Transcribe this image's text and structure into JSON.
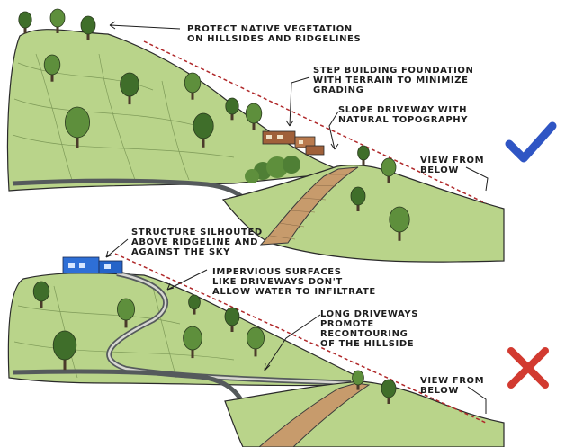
{
  "top_panel": {
    "verdict_icon": "checkmark-icon",
    "verdict_color": "#2f55c4",
    "labels": {
      "vegetation": "PROTECT NATIVE VEGETATION\nON HILLSIDES AND RIDGELINES",
      "foundation": "STEP BUILDING FOUNDATION\nWITH TERRAIN TO MINIMIZE\nGRADING",
      "driveway": "SLOPE DRIVEWAY WITH\nNATURAL TOPOGRAPHY",
      "view": "VIEW FROM\nBELOW"
    }
  },
  "bottom_panel": {
    "verdict_icon": "x-mark-icon",
    "verdict_color": "#d23a30",
    "labels": {
      "silhouette": "STRUCTURE SILHOUTED\nABOVE RIDGELINE AND\nAGAINST THE SKY",
      "impervious": "IMPERVIOUS SURFACES\nLIKE DRIVEWAYS DON'T\nALLOW WATER TO INFILTRATE",
      "recontouring": "LONG DRIVEWAYS\nPROMOTE\nRECONTOURING\nOF THE HILLSIDE",
      "view": "VIEW FROM\nBELOW"
    }
  },
  "colors": {
    "hill": "#b9d48a",
    "hill_shade": "#a3c272",
    "tree_canopy": "#5e8f3c",
    "tree_dark": "#3f6e2a",
    "driveway": "#c79b6c",
    "road": "#555a5c",
    "sightline": "#b0282a",
    "building_good": "#a0603a",
    "building_bad": "#2e6fd6"
  }
}
